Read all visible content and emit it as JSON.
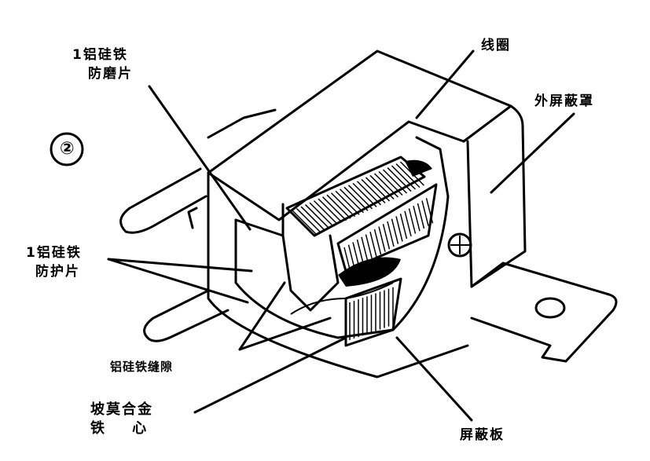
{
  "figure_number": "②",
  "labels": {
    "wear_plate": [
      "1铝硅铁",
      "防磨片"
    ],
    "coil": "线圈",
    "outer_shield": "外屏蔽罩",
    "protect_plate": [
      "1铝硅铁",
      "防护片"
    ],
    "gap": "铝硅铁缝隙",
    "core": [
      "坡莫合金",
      "铁    心"
    ],
    "shield_plate": "屏蔽板"
  },
  "colors": {
    "ink": "#000000",
    "background": "#ffffff"
  }
}
